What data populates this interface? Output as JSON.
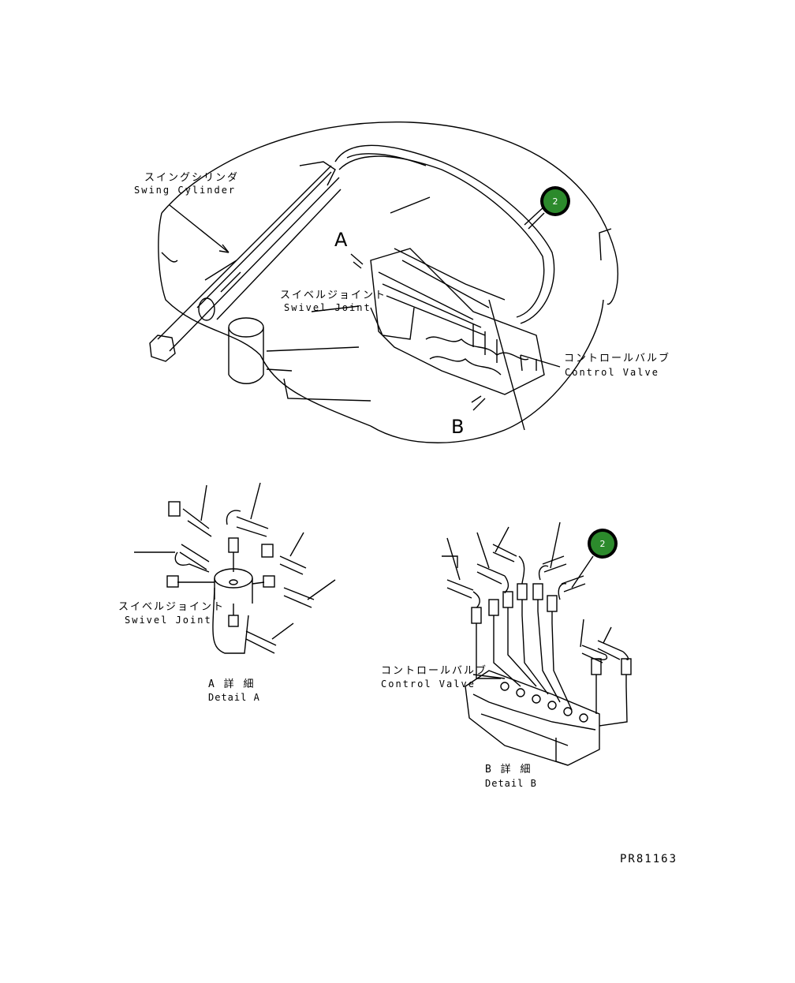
{
  "labels": {
    "swing_cylinder_jp": "スイングシリンダ",
    "swing_cylinder_en": "Swing Cylinder",
    "swivel_joint_jp": "スイベルジョイント",
    "swivel_joint_en": "Swivel Joint",
    "control_valve_jp": "コントロールバルブ",
    "control_valve_en": "Control Valve",
    "view_a": "A",
    "view_b": "B",
    "detail_a_swivel_jp": "スイベルジョイント",
    "detail_a_swivel_en": "Swivel Joint",
    "detail_a_title_jp": "A 詳 細",
    "detail_a_title_en": "Detail A",
    "detail_b_control_jp": "コントロールバルブ",
    "detail_b_control_en": "Control Valve",
    "detail_b_title_jp": "B 詳 細",
    "detail_b_title_en": "Detail B",
    "drawing_number": "PR81163"
  },
  "callouts": [
    {
      "number": "2"
    },
    {
      "number": "2"
    }
  ],
  "colors": {
    "callout_fill": "#2c8a2c",
    "line": "#000000"
  }
}
